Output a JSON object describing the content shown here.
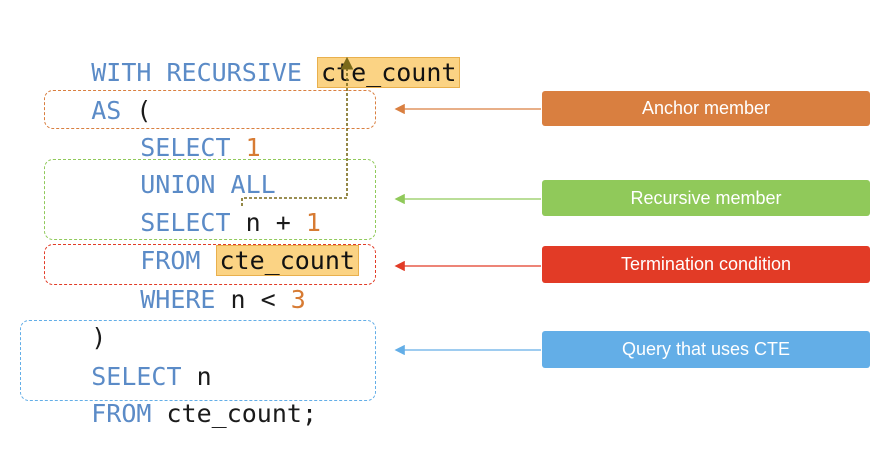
{
  "code": {
    "line1": {
      "kw": "WITH RECURSIVE",
      "cte": "cte_count"
    },
    "line2": {
      "kw": "AS",
      "paren": "("
    },
    "line3": {
      "kw": "SELECT",
      "num": "1"
    },
    "line4": {
      "kw": "UNION ALL"
    },
    "line5": {
      "kw": "SELECT",
      "expr": "n +",
      "num": "1"
    },
    "line6": {
      "kw": "FROM",
      "cte": "cte_count"
    },
    "line7": {
      "kw": "WHERE",
      "expr": "n <",
      "num": "3"
    },
    "line8": {
      "paren": ")"
    },
    "line9": {
      "kw": "SELECT",
      "col": "n"
    },
    "line10": {
      "kw": "FROM",
      "rest": "cte_count;"
    }
  },
  "labels": {
    "anchor": "Anchor member",
    "recursive": "Recursive member",
    "termination": "Termination condition",
    "query": "Query that uses CTE"
  },
  "colors": {
    "keyword": "#5b8bc7",
    "number": "#d77b33",
    "highlight": "#fbd384",
    "anchor": "#d97f40",
    "recursive": "#90c95a",
    "termination": "#e23b26",
    "query": "#63aee7",
    "self_reference_arrow": "#7a6a1a"
  }
}
